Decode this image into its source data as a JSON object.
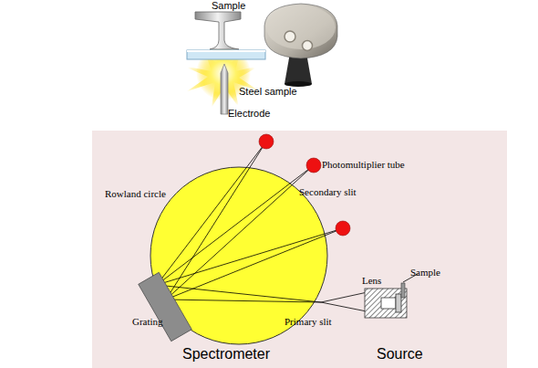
{
  "diagram": {
    "labels": [
      "Sample",
      "Steel sample",
      "Electrode",
      "Rowland circle",
      "Photomultiplier tube",
      "Secondary slit",
      "Lens",
      "Sample",
      "Grating",
      "Primary slit",
      "Spectrometer",
      "Source"
    ]
  }
}
